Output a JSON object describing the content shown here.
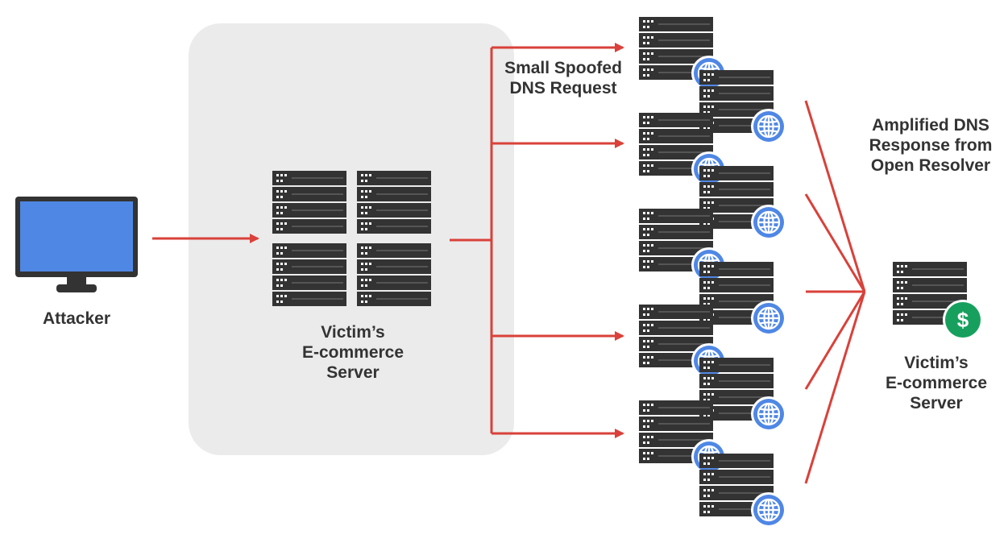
{
  "labels": {
    "attacker": "Attacker",
    "victim_middle": "Victim’s\nE-commerce\nServer",
    "small_spoofed": "Small Spoofed\nDNS Request",
    "amplified": "Amplified DNS\nResponse from\nOpen Resolver",
    "victim_right": "Victim’s\nE-commerce\nServer"
  },
  "icons": {
    "attacker": "monitor-icon",
    "server": "server-rack-icon",
    "globe": "globe-icon",
    "money": "dollar-badge-icon"
  },
  "colors": {
    "arrow": "#d9413a",
    "server": "#333333",
    "monitor_screen": "#4f87e5",
    "globe": "#4f87e5",
    "money_badge": "#17a05d",
    "panel": "#ebebeb"
  }
}
